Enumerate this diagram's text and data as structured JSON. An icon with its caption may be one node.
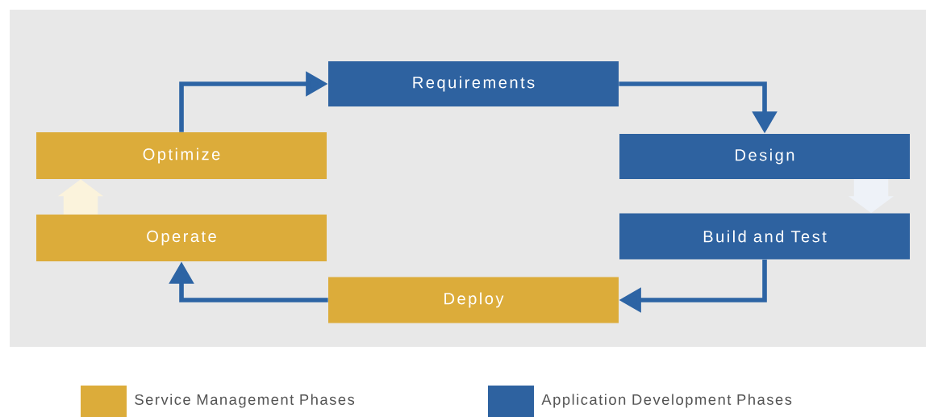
{
  "diagram": {
    "nodes": [
      {
        "text": [
          "Requirements"
        ]
      },
      {
        "text": [
          "Design"
        ]
      },
      {
        "text": [
          "Build and Test"
        ]
      },
      {
        "text": [
          "Deploy"
        ]
      },
      {
        "text": [
          "Operate"
        ]
      },
      {
        "text": [
          "Optimize"
        ]
      }
    ],
    "edges": [
      {
        "from": 0,
        "to": 1,
        "arrow": "to"
      },
      {
        "from": 1,
        "to": 2,
        "arrow": "to",
        "style": "thick",
        "color": "#eef2f8"
      },
      {
        "from": 2,
        "to": 3,
        "arrow": "to"
      },
      {
        "from": 3,
        "to": 4,
        "arrow": "to"
      },
      {
        "from": 4,
        "to": 5,
        "arrow": "to",
        "style": "thick",
        "color": "#fbf3dc"
      },
      {
        "from": 5,
        "to": 0,
        "arrow": "to"
      }
    ],
    "legend": [
      {
        "text": "Service Management Phases",
        "color": "#dcac3a"
      },
      {
        "text": "Application Development Phases",
        "color": "#2e62a0"
      }
    ]
  }
}
